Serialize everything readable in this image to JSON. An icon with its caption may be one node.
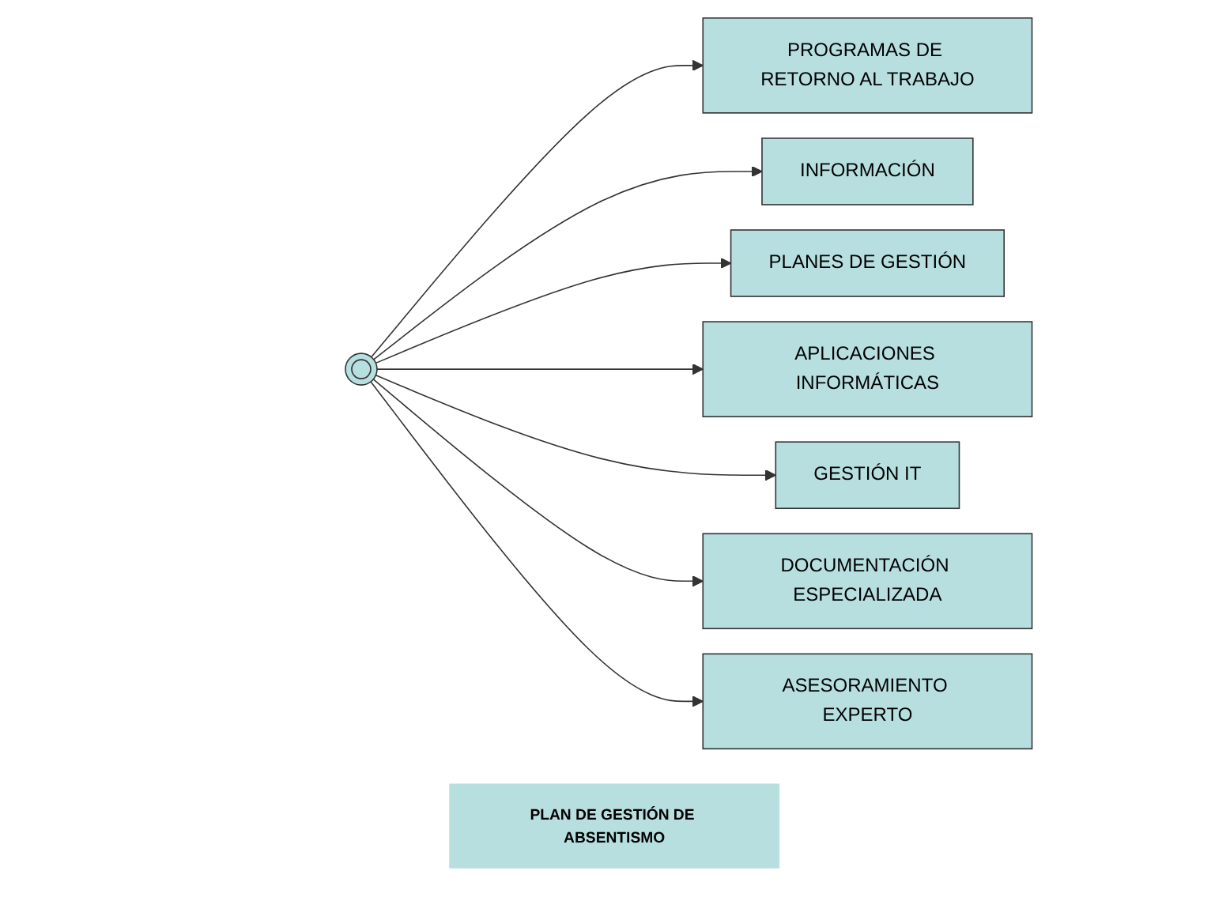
{
  "diagram": {
    "nodes": [
      {
        "text": [
          "PROGRAMAS DE RETORNO AL TRABAJO"
        ]
      },
      {
        "text": [
          "INFORMACIÓN"
        ]
      },
      {
        "text": [],
        "shape": "circle"
      },
      {
        "text": [
          "PLANES DE GESTIÓN"
        ]
      },
      {
        "text": [
          "APLICACIONES INFORMÁTICAS"
        ]
      },
      {
        "text": [
          "GESTIÓN IT"
        ]
      },
      {
        "text": [
          "DOCUMENTACIÓN ESPECIALIZADA"
        ]
      },
      {
        "text": [
          "ASESORAMIENTO EXPERTO"
        ]
      },
      {
        "text": [
          "PLAN DE GESTIÓN DE ABSENTISMO"
        ]
      }
    ],
    "edges": [
      {
        "from": 2,
        "to": 0,
        "arrow": "to"
      },
      {
        "from": 2,
        "to": 1,
        "arrow": "to"
      },
      {
        "from": 2,
        "to": 3,
        "arrow": "to"
      },
      {
        "from": 2,
        "to": 4,
        "arrow": "to"
      },
      {
        "from": 2,
        "to": 5,
        "arrow": "to"
      },
      {
        "from": 2,
        "to": 6,
        "arrow": "to"
      },
      {
        "from": 2,
        "to": 7,
        "arrow": "to"
      }
    ]
  }
}
